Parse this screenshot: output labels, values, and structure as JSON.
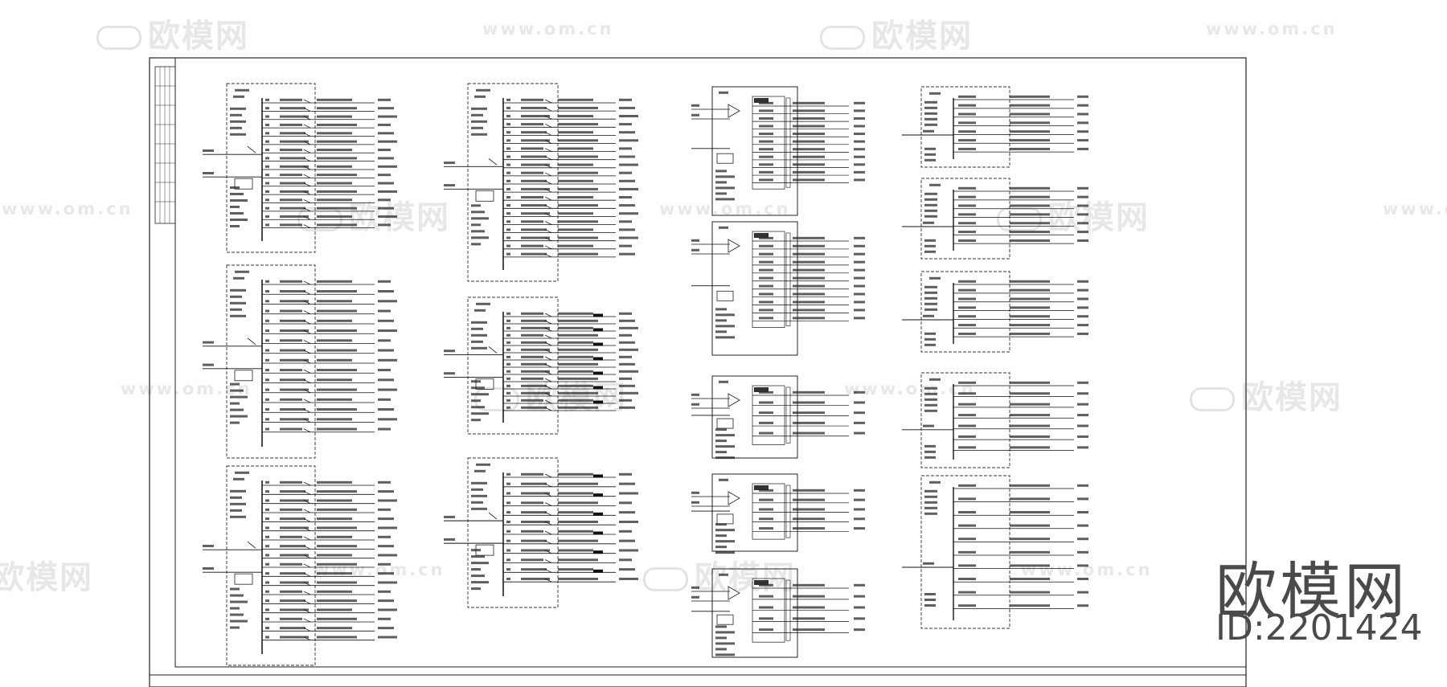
{
  "watermark": {
    "logo_text": "欧模网",
    "url_text": "www.om.cn"
  },
  "brand": {
    "name": "欧模网",
    "id_label": "ID:2201424"
  },
  "diagram": {
    "left_panels": [
      {
        "rows": 16,
        "feeds": 2
      },
      {
        "rows": 16,
        "feeds": 2
      },
      {
        "rows": 18,
        "feeds": 2
      }
    ],
    "mid_panels": [
      {
        "rows": 20,
        "feeds": 2
      },
      {
        "rows": 14,
        "feeds": 2
      },
      {
        "rows": 12,
        "feeds": 2
      }
    ],
    "meter_panels": [
      {
        "rows": 11
      },
      {
        "rows": 11
      },
      {
        "rows": 5
      },
      {
        "rows": 5
      },
      {
        "rows": 5
      }
    ],
    "right_panels": [
      {
        "rows": 7
      },
      {
        "rows": 7
      },
      {
        "rows": 7
      },
      {
        "rows": 7
      },
      {
        "rows": 10
      }
    ]
  }
}
